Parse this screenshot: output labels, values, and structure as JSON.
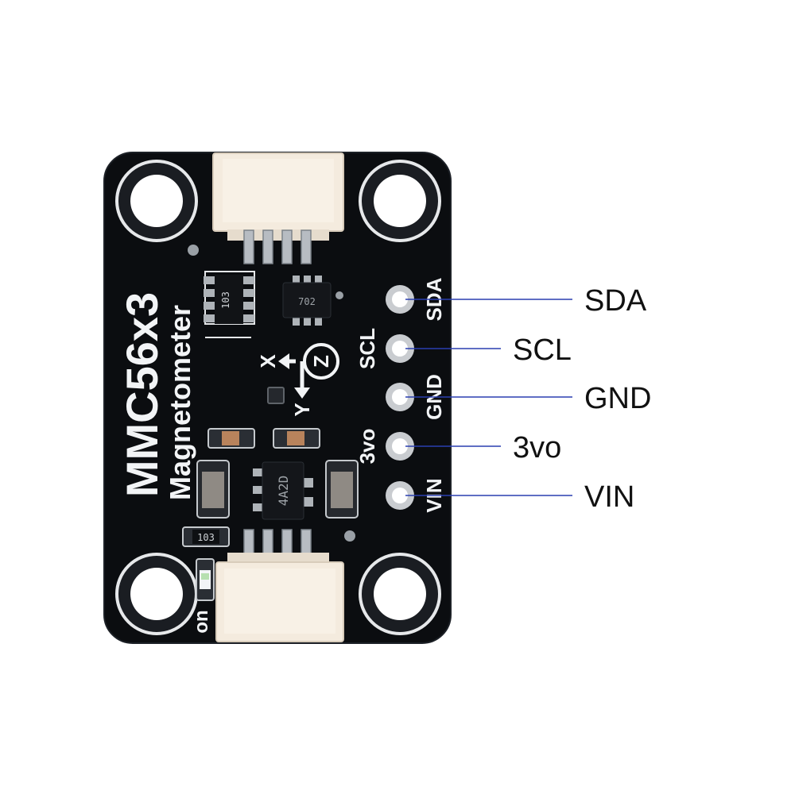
{
  "board": {
    "title": "MMC56x3",
    "subtitle": "Magnetometer",
    "axis_x": "X",
    "axis_y": "Y",
    "axis_z": "Z",
    "pin_labels": [
      "SDA",
      "SCL",
      "GND",
      "3vo",
      "VIN"
    ],
    "led_label": "on",
    "resistor_top_marking": "103",
    "resistor_bottom_marking": "103",
    "ic_top_marking": "702",
    "regulator_marking": "4A2D"
  },
  "callouts": [
    "SDA",
    "SCL",
    "GND",
    "3vo",
    "VIN"
  ],
  "colors": {
    "pcb": "#0b0d10",
    "silkscreen": "#f2f4f6",
    "pad_ring": "#c9ccd0",
    "connector": "#f3e9dc",
    "leader_line": "#2a3fb0"
  }
}
